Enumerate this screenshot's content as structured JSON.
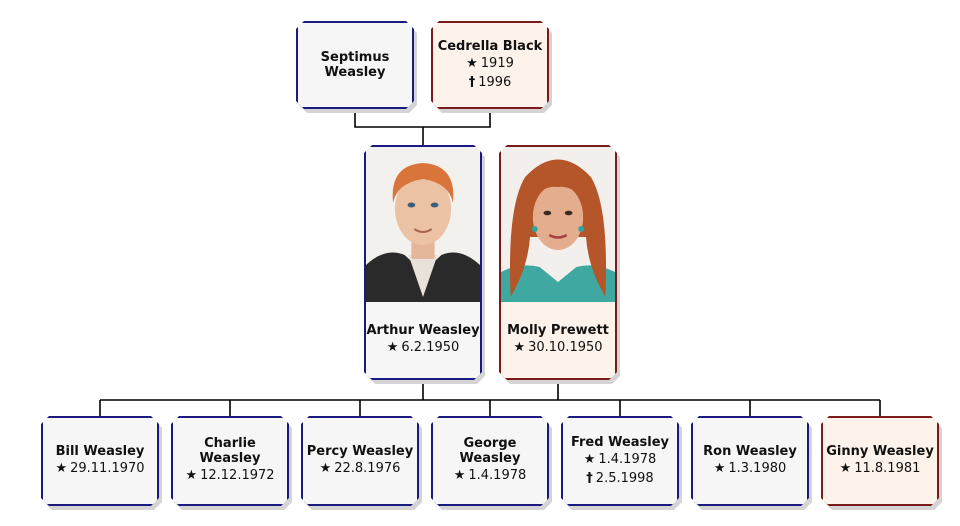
{
  "grandparents": {
    "septimus": {
      "name_line1": "Septimus",
      "name_line2": "Weasley"
    },
    "cedrella": {
      "name": "Cedrella Black",
      "born": "1919",
      "died": "1996"
    }
  },
  "parents": {
    "arthur": {
      "name": "Arthur Weasley",
      "born": "6.2.1950"
    },
    "molly": {
      "name": "Molly Prewett",
      "born": "30.10.1950"
    }
  },
  "children": {
    "bill": {
      "name": "Bill Weasley",
      "born": "29.11.1970"
    },
    "charlie": {
      "name_line1": "Charlie",
      "name_line2": "Weasley",
      "born": "12.12.1972"
    },
    "percy": {
      "name": "Percy Weasley",
      "born": "22.8.1976"
    },
    "george": {
      "name_line1": "George",
      "name_line2": "Weasley",
      "born": "1.4.1978"
    },
    "fred": {
      "name": "Fred Weasley",
      "born": "1.4.1978",
      "died": "2.5.1998"
    },
    "ron": {
      "name": "Ron Weasley",
      "born": "1.3.1980"
    },
    "ginny": {
      "name": "Ginny Weasley",
      "born": "11.8.1981"
    }
  },
  "symbols": {
    "born": "★",
    "died": "†"
  },
  "colors": {
    "male_border": "#1a1a80",
    "female_border": "#7a1a1a",
    "male_fill": "#f6f6f6",
    "female_fill": "#fdf3ea"
  }
}
